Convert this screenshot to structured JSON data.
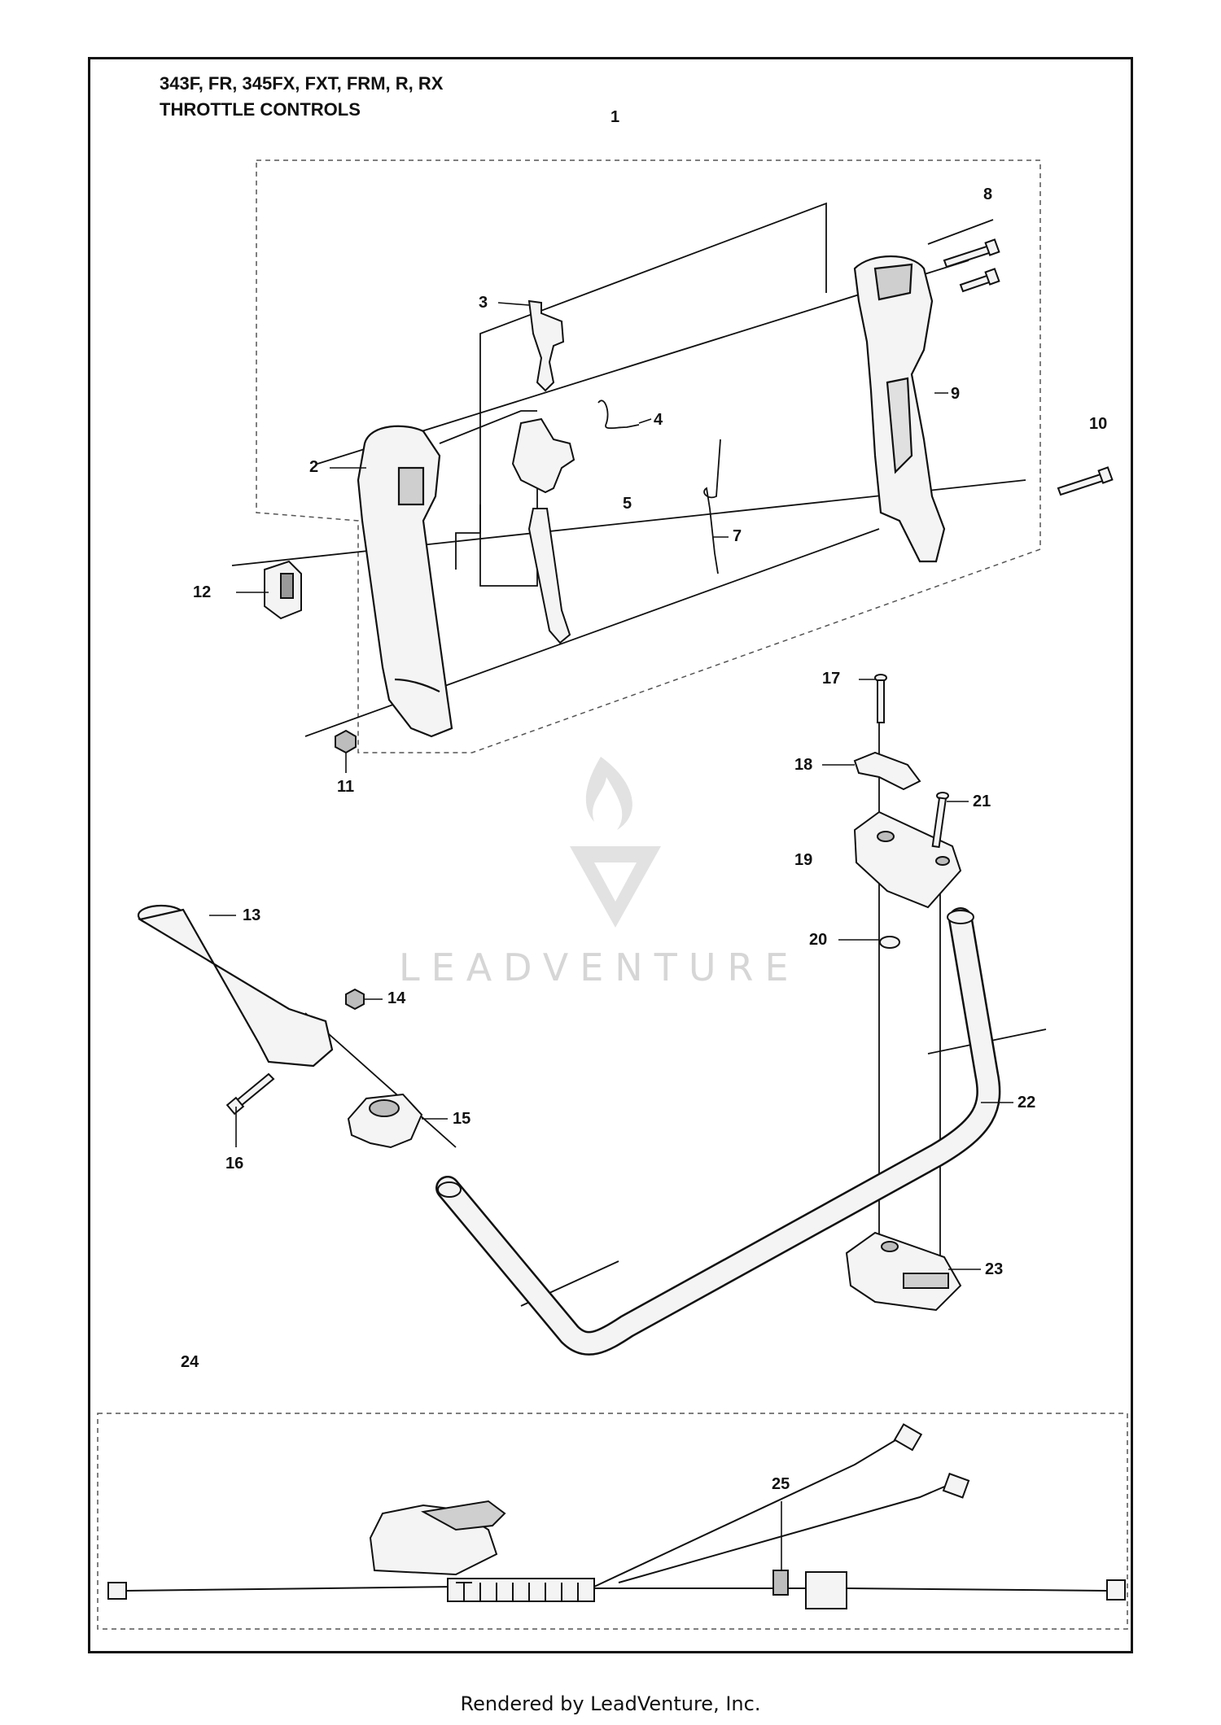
{
  "header": {
    "model_line": "343F, FR, 345FX, FXT, FRM, R, RX",
    "section_title": "THROTTLE CONTROLS"
  },
  "watermark": {
    "text": "LEADVENTURE"
  },
  "footer": {
    "text": "Rendered by LeadVenture, Inc."
  },
  "callouts": {
    "c1": "1",
    "c2": "2",
    "c3": "3",
    "c4": "4",
    "c5": "5",
    "c6": "7",
    "c8": "8",
    "c9": "9",
    "c10": "10",
    "c11": "11",
    "c12": "12",
    "c13": "13",
    "c14": "14",
    "c15": "15",
    "c16": "16",
    "c17": "17",
    "c18": "18",
    "c19": "19",
    "c20": "20",
    "c21": "21",
    "c22": "22",
    "c23": "23",
    "c24": "24",
    "c25": "25"
  },
  "colors": {
    "line": "#111111",
    "part_fill": "#f4f4f4",
    "shade": "#9a9a9a",
    "watermark": "#d6d6d6"
  }
}
